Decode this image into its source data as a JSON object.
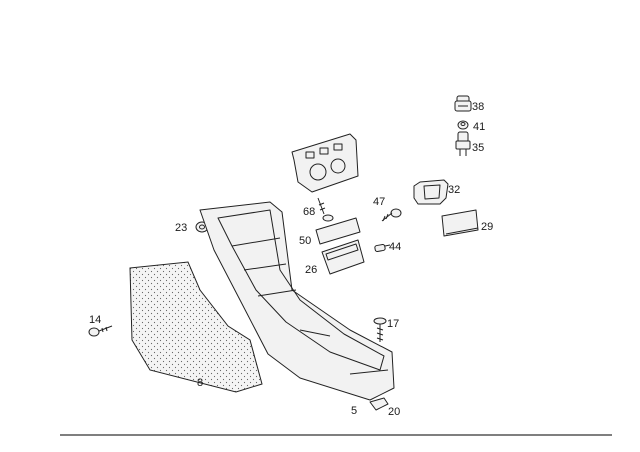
{
  "callouts": {
    "c38": "38",
    "c41": "41",
    "c35": "35",
    "c32": "32",
    "c29": "29",
    "c47": "47",
    "c44": "44",
    "c68": "68",
    "c50": "50",
    "c26": "26",
    "c23": "23",
    "c17": "17",
    "c14": "14",
    "c8": "8",
    "c5": "5",
    "c20": "20"
  }
}
